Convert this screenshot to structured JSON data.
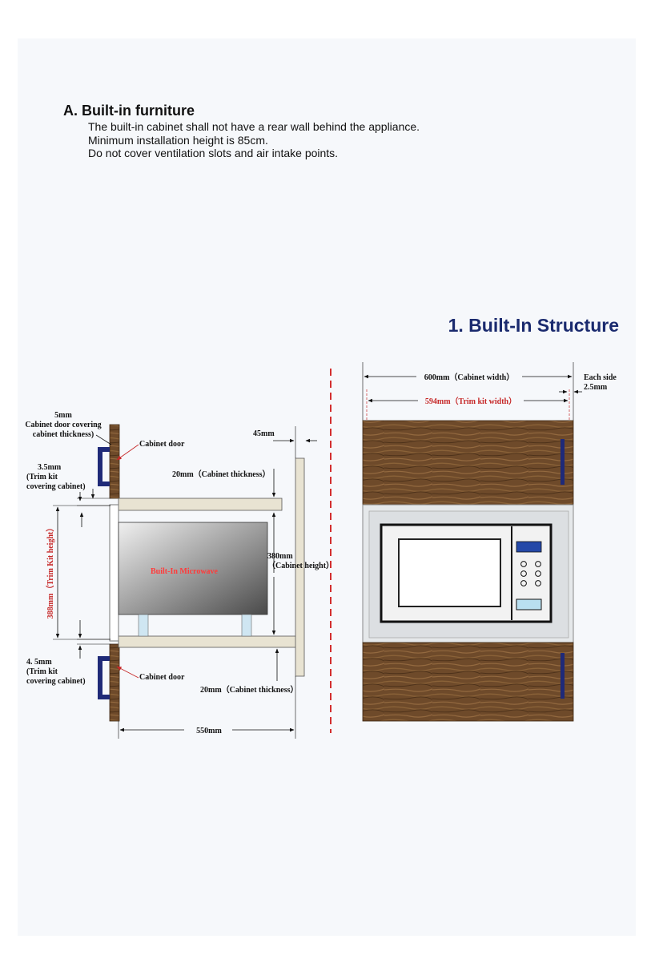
{
  "section": {
    "title": "A. Built-in furniture",
    "lines": [
      "The built-in cabinet shall not have a rear wall behind the appliance.",
      "Minimum installation height is 85cm.",
      "Do not cover ventilation slots and air intake points."
    ]
  },
  "structure_title": "1. Built-In Structure",
  "side_view": {
    "door_thickness": [
      "5mm",
      "Cabinet door covering",
      "cabinet thickness)"
    ],
    "cabinet_door_top": "Cabinet door",
    "cabinet_door_bottom": "Cabinet door",
    "gap_top": "45mm",
    "shelf_top": "20mm（Cabinet thickness）",
    "trim_top": [
      "3.5mm",
      "(Trim kit",
      "covering cabinet)"
    ],
    "trim_height": "388mm（Trim Kit height）",
    "microwave": "Built-In Microwave",
    "cabinet_height": [
      "380mm",
      "（Cabinet height）"
    ],
    "trim_bottom": [
      "4. 5mm",
      "(Trim kit",
      "covering cabinet)"
    ],
    "shelf_bottom": "20mm（Cabinet thickness）",
    "depth": "550mm"
  },
  "front_view": {
    "cabinet_width": "600mm（Cabinet width）",
    "each_side": [
      "Each side",
      "2.5mm"
    ],
    "trim_width": "594mm（Trim kit width）"
  },
  "colors": {
    "wood": "#6e4a2a",
    "shelf": "#e8e3d2",
    "handle": "#1f2a78",
    "title_blue": "#1a2a6e",
    "red_dim": "#c62828"
  }
}
